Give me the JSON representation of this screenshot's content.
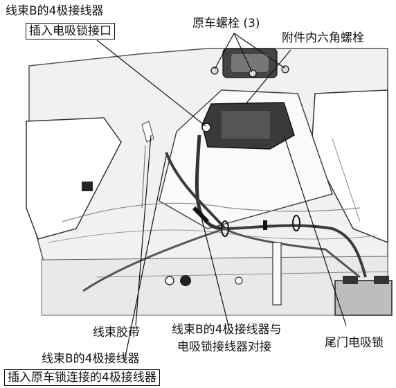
{
  "labels": {
    "top_left_title": "线束B的4极接线器",
    "top_left_boxed": "插入电吸锁接口",
    "top_center": "原车螺栓 (3)",
    "top_right": "附件内六角螺栓",
    "bottom_strap": "线束胶带",
    "bottom_center_line1": "线束B的4极接线器与",
    "bottom_center_line2": "电吸锁接线器对接",
    "bottom_right": "尾门电吸锁",
    "bottom_left_title": "线束B的4极接线器",
    "bottom_left_boxed": "插入原车锁连接的4极接线器"
  }
}
